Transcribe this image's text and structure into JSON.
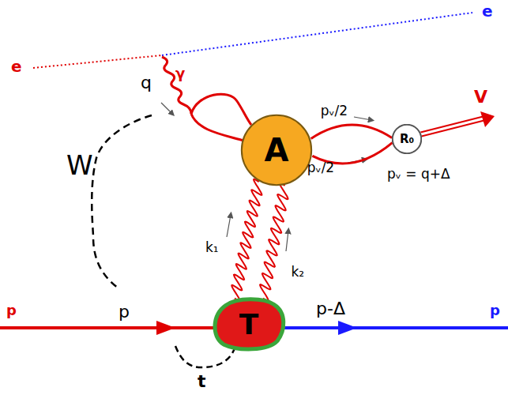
{
  "diagram": {
    "nodes": [
      {
        "text": [
          "A"
        ]
      },
      {
        "text": [
          "R₀"
        ]
      },
      {
        "text": [
          "T"
        ]
      }
    ],
    "edges": [
      {
        "from": 2,
        "to": 0,
        "arrow": "none",
        "label": "k₁"
      },
      {
        "from": 2,
        "to": 0,
        "arrow": "none",
        "label": "k₂"
      },
      {
        "from": 0,
        "to": 1,
        "arrow": "none",
        "label": "pᵥ/2"
      },
      {
        "from": 0,
        "to": 1,
        "arrow": "none",
        "label": "pᵥ/2"
      }
    ],
    "labels": [
      "e",
      "e",
      "γ",
      "q",
      "W",
      "V",
      "pᵥ = q+Δ",
      "p",
      "p",
      "p-Δ",
      "p",
      "t"
    ]
  }
}
